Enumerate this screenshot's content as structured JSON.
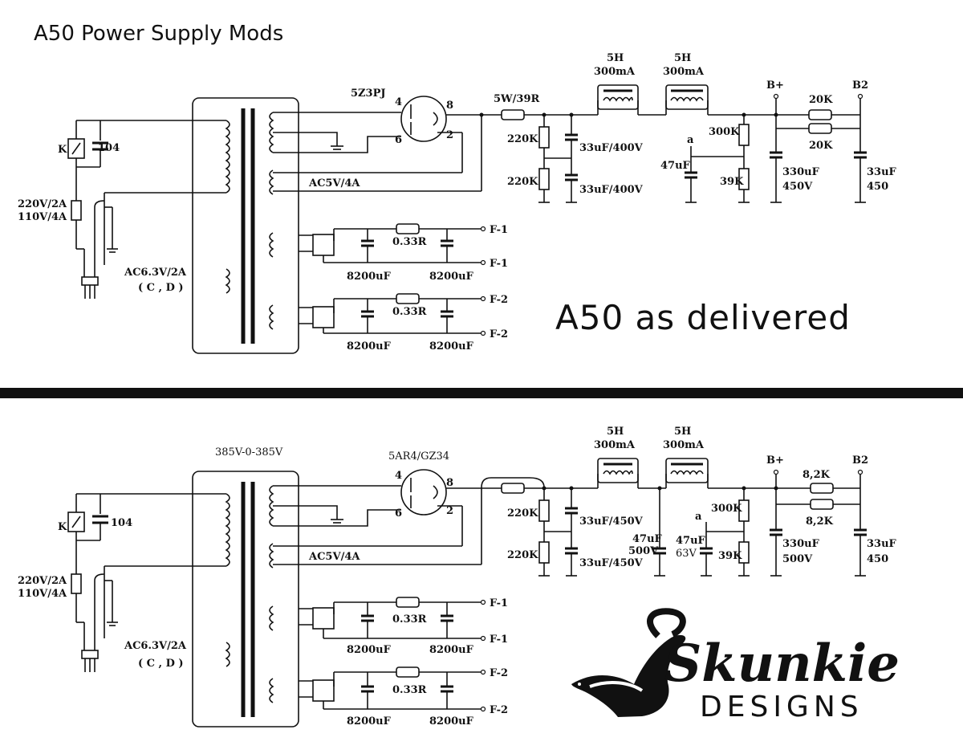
{
  "title": "A50 Power Supply Mods",
  "caption_top": "A50 as delivered",
  "logo": {
    "line1": "Skunkie",
    "line2": "DESIGNS"
  },
  "top": {
    "tube": "5Z3PJ",
    "pin4": "4",
    "pin6": "6",
    "pin8": "8",
    "pin2": "2",
    "series_res": "5W/39R",
    "choke1_h": "5H",
    "choke1_ma": "300mA",
    "choke2_h": "5H",
    "choke2_ma": "300mA",
    "r_220k_a": "220K",
    "r_220k_b": "220K",
    "c_33_a": "33uF/400V",
    "c_33_b": "33uF/400V",
    "node_a": "a",
    "c_47": "47uF",
    "r_300k": "300K",
    "r_39k": "39K",
    "bplus": "B+",
    "b2": "B2",
    "c_330": "330uF",
    "c_330_v": "450V",
    "r_20k_a": "20K",
    "r_20k_b": "20K",
    "c_33_out": "33uF",
    "c_33_out_v": "450",
    "heater": "AC5V/4A",
    "fuse_a": "220V/2A",
    "fuse_b": "110V/4A",
    "cap104": "104",
    "switch_k": "K",
    "ac63": "AC6.3V/2A",
    "cd": "( C , D )",
    "r033_1": "0.33R",
    "r033_2": "0.33R",
    "c8200_1": "8200uF",
    "c8200_2": "8200uF",
    "c8200_3": "8200uF",
    "c8200_4": "8200uF",
    "f1a": "F-1",
    "f1b": "F-1",
    "f2a": "F-2",
    "f2b": "F-2"
  },
  "bottom": {
    "transformer_label": "385V-0-385V",
    "tube": "5AR4/GZ34",
    "pin4": "4",
    "pin6": "6",
    "pin8": "8",
    "pin2": "2",
    "choke1_h": "5H",
    "choke1_ma": "300mA",
    "choke2_h": "5H",
    "choke2_ma": "300mA",
    "r_220k_a": "220K",
    "r_220k_b": "220K",
    "c_33_a": "33uF/450V",
    "c_33_b": "33uF/450V",
    "c_47a": "47uF",
    "c_47a_v": "500V",
    "node_a": "a",
    "c_47b": "47uF",
    "c_47b_v": "63V",
    "r_300k": "300K",
    "r_39k": "39K",
    "bplus": "B+",
    "b2": "B2",
    "c_330": "330uF",
    "c_330_v": "500V",
    "r_82k_a": "8,2K",
    "r_82k_b": "8,2K",
    "c_33_out": "33uF",
    "c_33_out_v": "450",
    "heater": "AC5V/4A",
    "fuse_a": "220V/2A",
    "fuse_b": "110V/4A",
    "cap104": "104",
    "switch_k": "K",
    "ac63": "AC6.3V/2A",
    "cd": "( C , D )",
    "r033_1": "0.33R",
    "r033_2": "0.33R",
    "c8200_1": "8200uF",
    "c8200_2": "8200uF",
    "c8200_3": "8200uF",
    "c8200_4": "8200uF",
    "f1a": "F-1",
    "f1b": "F-1",
    "f2a": "F-2",
    "f2b": "F-2"
  }
}
